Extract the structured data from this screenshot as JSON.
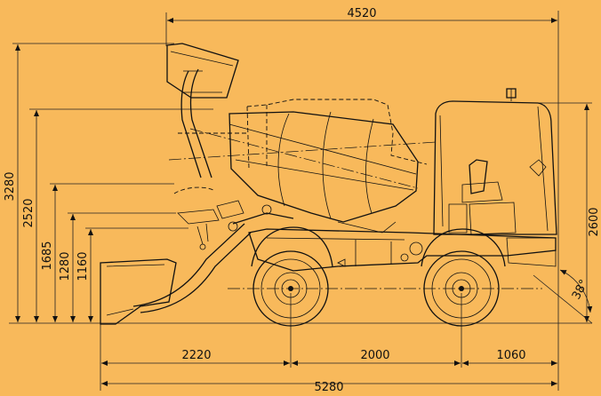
{
  "colors": {
    "background": "#F8B95B",
    "line": "#111111"
  },
  "dimensions": {
    "overall_top": "4520",
    "overall_bottom": "5280",
    "front_overhang": "2220",
    "wheelbase": "2000",
    "rear_overhang": "1060",
    "max_discharge_height": "3280",
    "drum_height": "2520",
    "chute_height_1": "1685",
    "chute_height_2": "1280",
    "chute_height_3": "1160",
    "cab_height": "2600",
    "departure_angle": "38°"
  }
}
